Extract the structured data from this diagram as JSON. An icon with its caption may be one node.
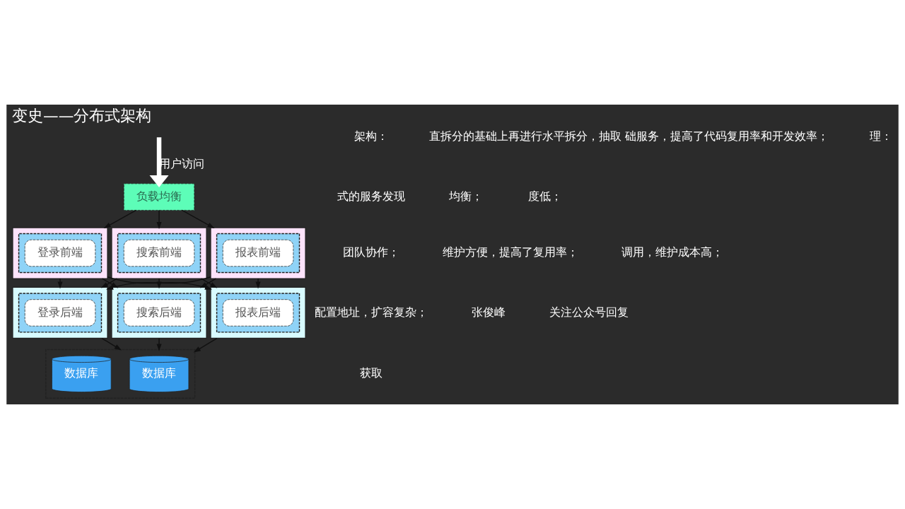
{
  "diagram": {
    "title": "变史——分布式架构",
    "nodes": [
      {
        "text": [
          "负载均衡"
        ]
      },
      {
        "text": [],
        "shape": "box"
      },
      {
        "text": [],
        "shape": "box",
        "in": 1
      },
      {
        "text": [
          "登录前端"
        ],
        "in": 2
      },
      {
        "text": [],
        "shape": "box"
      },
      {
        "text": [],
        "shape": "box",
        "in": 4
      },
      {
        "text": [
          "报表前端"
        ],
        "in": 5
      },
      {
        "text": [],
        "shape": "box"
      },
      {
        "text": [],
        "shape": "box",
        "in": 7
      },
      {
        "text": [
          "搜索前端"
        ],
        "in": 8
      },
      {
        "text": [],
        "shape": "box"
      },
      {
        "text": [],
        "shape": "box",
        "in": 10
      },
      {
        "text": [
          "登录后端"
        ],
        "in": 11
      },
      {
        "text": [],
        "shape": "box"
      },
      {
        "text": [],
        "shape": "box",
        "in": 13
      },
      {
        "text": [
          "报表后端"
        ],
        "in": 14
      },
      {
        "text": [],
        "shape": "box"
      },
      {
        "text": [],
        "shape": "box",
        "in": 16
      },
      {
        "text": [
          "搜索后端"
        ],
        "in": 17
      },
      {
        "text": [],
        "shape": "box"
      },
      {
        "text": [
          "数据库"
        ],
        "in": 19
      },
      {
        "text": [
          "数据库"
        ],
        "in": 19
      }
    ],
    "edges": [
      {
        "from": null,
        "to": 0,
        "arrow": "to",
        "label": "用户访问",
        "style": "thick",
        "color": "#ffffff"
      },
      {
        "from": 0,
        "to": 1,
        "arrow": "to"
      },
      {
        "from": 0,
        "to": 4,
        "arrow": "to"
      },
      {
        "from": 0,
        "to": 7,
        "arrow": "to"
      },
      {
        "from": 1,
        "to": 10,
        "arrow": "to"
      },
      {
        "from": 1,
        "to": 13,
        "arrow": "to"
      },
      {
        "from": 1,
        "to": 16,
        "arrow": "to"
      },
      {
        "from": 4,
        "to": 10,
        "arrow": "to"
      },
      {
        "from": 4,
        "to": 13,
        "arrow": "to"
      },
      {
        "from": 4,
        "to": 16,
        "arrow": "to"
      },
      {
        "from": 7,
        "to": 10,
        "arrow": "to"
      },
      {
        "from": 7,
        "to": 13,
        "arrow": "to"
      },
      {
        "from": 7,
        "to": 16,
        "arrow": "to"
      },
      {
        "from": 10,
        "to": 19,
        "arrow": "to"
      },
      {
        "from": 13,
        "to": 19,
        "arrow": "to"
      },
      {
        "from": 16,
        "to": 19,
        "arrow": "to"
      }
    ],
    "labels": [
      "架构：",
      "直拆分的基础上再进行水平拆分，抽取 础服务，提高了代码复用率和开发效率；",
      "理：",
      "式的服务发现",
      "均衡；",
      "度低；",
      "团队协作；",
      "维护方便，提高了复用率；",
      "调用，维护成本高；",
      "配置地址，扩容复杂；",
      "张俊峰",
      "关注公众号回复",
      "获取"
    ]
  }
}
